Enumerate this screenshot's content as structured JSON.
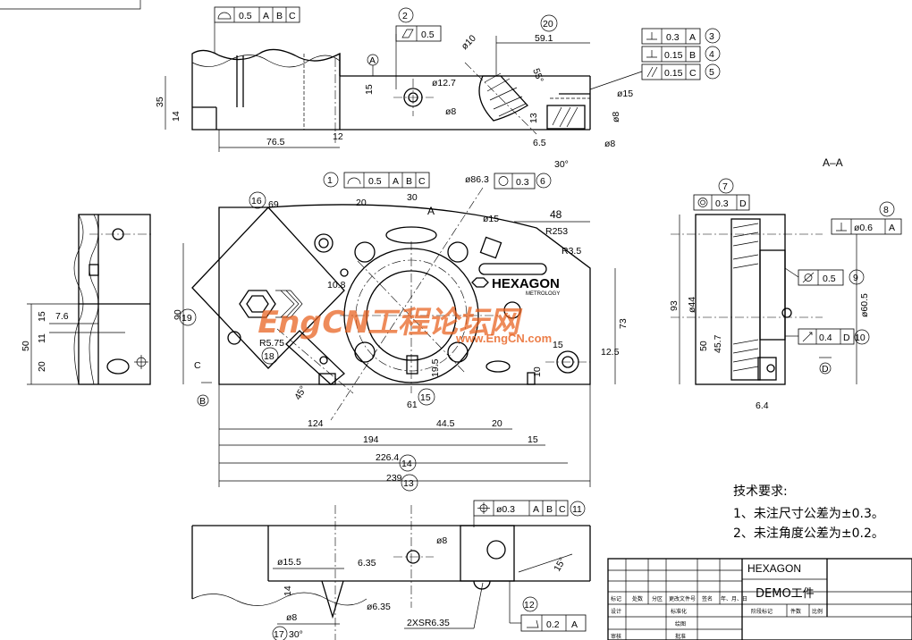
{
  "dims": {
    "d0_5abc": "0.5",
    "da": "A",
    "db": "B",
    "dc": "C",
    "dd": "D",
    "d0_5": "0.5",
    "d59_1": "59.1",
    "d0_3": "0.3",
    "d0_15": "0.15",
    "d35": "35",
    "d14": "14",
    "d76_5": "76.5",
    "d12": "12",
    "d15": "15",
    "d12_7": "ø12.7",
    "d8": "ø8",
    "d10": "ø10",
    "d55": "55°",
    "dphi15": "ø15",
    "d13": "13",
    "d6_5": "6.5",
    "d30deg": "30°",
    "d69": "69",
    "d20": "20",
    "d30": "30",
    "d86_3": "ø86.3",
    "dphi15b": "ø15",
    "d48": "48",
    "r253": "R253",
    "r3_5": "R3.5",
    "d10_8": "10.8",
    "d90": "90",
    "r5_75": "R5.75",
    "d45deg": "45°",
    "d19_5": "19.5",
    "d61": "61",
    "d124": "124",
    "d44_5": "44.5",
    "d20b": "20",
    "d194": "194",
    "d15b": "15",
    "d226_4": "226.4",
    "d239": "239",
    "d73": "73",
    "d12_5": "12.5",
    "d10b": "10",
    "d7_6": "7.6",
    "d50": "50",
    "d11": "11",
    "d20c": "20",
    "d15c": "15",
    "d93": "93",
    "d44": "ø44",
    "d45_7": "45.7",
    "d50b": "50",
    "d60_5": "ø60.5",
    "d6_4": "6.4",
    "dphi0_6": "ø0.6",
    "dphi0_3": "ø0.3",
    "d0_2": "0.2",
    "d0_4": "0.4",
    "d15_5": "ø15.5",
    "d6_35": "6.35",
    "d6_35b": "ø6.35",
    "d8b": "ø8",
    "d8c": "ø8",
    "d14b": "14",
    "d15deg": "15°",
    "sr": "2XSR6.35",
    "d30degb": "30°"
  },
  "balloons": [
    "1",
    "2",
    "3",
    "4",
    "5",
    "6",
    "7",
    "8",
    "9",
    "10",
    "11",
    "12",
    "13",
    "14",
    "15",
    "16",
    "17",
    "18",
    "19",
    "20"
  ],
  "labels": {
    "section": "A–A",
    "datumA": "A",
    "datumB": "B",
    "datumC": "C",
    "datumD": "D"
  },
  "logo": {
    "brand": "HEXAGON",
    "sub": "METROLOGY"
  },
  "watermark": {
    "main": "EngCN工程论坛网",
    "url": "www.EngCN.com"
  },
  "notes": {
    "title": "技术要求:",
    "line1": "1、未注尺寸公差为±0.3。",
    "line2": "2、未注角度公差为±0.2。"
  },
  "title_block": {
    "company": "HEXAGON",
    "part": "DEMO工件",
    "h1": "标记",
    "h2": "处数",
    "h3": "分区",
    "h4": "更改文件号",
    "h5": "签名",
    "h6": "年、月、日",
    "r1": "设计",
    "r2": "审核",
    "c1": "标准化",
    "c2": "绘图",
    "c3": "批准",
    "s1": "阶段标记",
    "s2": "件数",
    "s3": "比例"
  }
}
